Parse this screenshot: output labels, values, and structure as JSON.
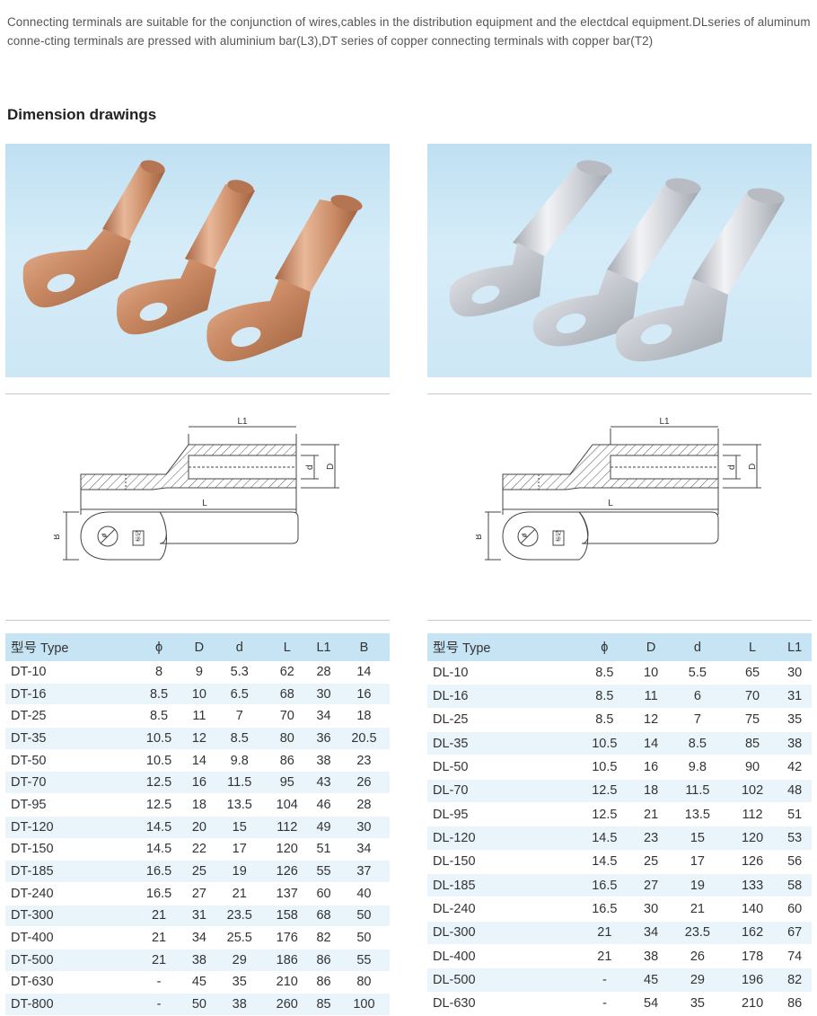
{
  "intro_text": "Connecting terminals are suitable for the conjunction of wires,cables in the distribution equipment and the electdcal equipment.DLseries of aluminum conne-cting terminals are pressed with aluminium bar(L3),DT series of copper connecting terminals with copper bar(T2)",
  "section_title": "Dimension drawings",
  "colors": {
    "header_row": "#c6e4f4",
    "alt_row": "#eaf5fb",
    "copper": "#c98a64",
    "aluminum": "#c9cdd3",
    "photo_bg": "#cfe8f6"
  },
  "drawings": {
    "side_labels": {
      "l1": "L1",
      "l": "L",
      "d": "d",
      "D": "D"
    },
    "top_labels": {
      "b": "B",
      "phi": "ϕ",
      "stamp": "标记"
    }
  },
  "dt_table": {
    "headers": [
      "型号 Type",
      "ϕ",
      "D",
      "d",
      "L",
      "L1",
      "B"
    ],
    "rows": [
      [
        "DT-10",
        "8",
        "9",
        "5.3",
        "62",
        "28",
        "14"
      ],
      [
        "DT-16",
        "8.5",
        "10",
        "6.5",
        "68",
        "30",
        "16"
      ],
      [
        "DT-25",
        "8.5",
        "11",
        "7",
        "70",
        "34",
        "18"
      ],
      [
        "DT-35",
        "10.5",
        "12",
        "8.5",
        "80",
        "36",
        "20.5"
      ],
      [
        "DT-50",
        "10.5",
        "14",
        "9.8",
        "86",
        "38",
        "23"
      ],
      [
        "DT-70",
        "12.5",
        "16",
        "11.5",
        "95",
        "43",
        "26"
      ],
      [
        "DT-95",
        "12.5",
        "18",
        "13.5",
        "104",
        "46",
        "28"
      ],
      [
        "DT-120",
        "14.5",
        "20",
        "15",
        "112",
        "49",
        "30"
      ],
      [
        "DT-150",
        "14.5",
        "22",
        "17",
        "120",
        "51",
        "34"
      ],
      [
        "DT-185",
        "16.5",
        "25",
        "19",
        "126",
        "55",
        "37"
      ],
      [
        "DT-240",
        "16.5",
        "27",
        "21",
        "137",
        "60",
        "40"
      ],
      [
        "DT-300",
        "21",
        "31",
        "23.5",
        "158",
        "68",
        "50"
      ],
      [
        "DT-400",
        "21",
        "34",
        "25.5",
        "176",
        "82",
        "50"
      ],
      [
        "DT-500",
        "21",
        "38",
        "29",
        "186",
        "86",
        "55"
      ],
      [
        "DT-630",
        "-",
        "45",
        "35",
        "210",
        "86",
        "80"
      ],
      [
        "DT-800",
        "-",
        "50",
        "38",
        "260",
        "85",
        "100"
      ]
    ]
  },
  "dl_table": {
    "headers": [
      "型号 Type",
      "ϕ",
      "D",
      "d",
      "L",
      "L1"
    ],
    "rows": [
      [
        "DL-10",
        "8.5",
        "10",
        "5.5",
        "65",
        "30"
      ],
      [
        "DL-16",
        "8.5",
        "11",
        "6",
        "70",
        "31"
      ],
      [
        "DL-25",
        "8.5",
        "12",
        "7",
        "75",
        "35"
      ],
      [
        "DL-35",
        "10.5",
        "14",
        "8.5",
        "85",
        "38"
      ],
      [
        "DL-50",
        "10.5",
        "16",
        "9.8",
        "90",
        "42"
      ],
      [
        "DL-70",
        "12.5",
        "18",
        "11.5",
        "102",
        "48"
      ],
      [
        "DL-95",
        "12.5",
        "21",
        "13.5",
        "112",
        "51"
      ],
      [
        "DL-120",
        "14.5",
        "23",
        "15",
        "120",
        "53"
      ],
      [
        "DL-150",
        "14.5",
        "25",
        "17",
        "126",
        "56"
      ],
      [
        "DL-185",
        "16.5",
        "27",
        "19",
        "133",
        "58"
      ],
      [
        "DL-240",
        "16.5",
        "30",
        "21",
        "140",
        "60"
      ],
      [
        "DL-300",
        "21",
        "34",
        "23.5",
        "162",
        "67"
      ],
      [
        "DL-400",
        "21",
        "38",
        "26",
        "178",
        "74"
      ],
      [
        "DL-500",
        "-",
        "45",
        "29",
        "196",
        "82"
      ],
      [
        "DL-630",
        "-",
        "54",
        "35",
        "210",
        "86"
      ]
    ]
  }
}
